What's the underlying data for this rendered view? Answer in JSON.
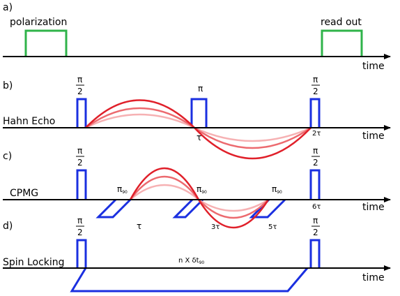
{
  "panels": {
    "a": {
      "tag": "a)",
      "pulse_left": "polarization",
      "pulse_right": "read out",
      "axis": "time"
    },
    "b": {
      "tag": "b)",
      "name": "Hahn Echo",
      "pi_num": "π",
      "pi_den": "2",
      "pi_center": "π",
      "tau": "τ",
      "two_tau": "2τ",
      "axis": "time"
    },
    "c": {
      "tag": "c)",
      "name": "CPMG",
      "pi_num": "π",
      "pi_den": "2",
      "pi90": "π",
      "pi90_sub": "90",
      "tau": "τ",
      "three_tau": "3τ",
      "five_tau": "5τ",
      "six_tau": "6τ",
      "axis": "time"
    },
    "d": {
      "tag": "d)",
      "name": "Spin Locking",
      "pi_num": "π",
      "pi_den": "2",
      "lock_label": "n X δt",
      "lock_sub": "90",
      "axis": "time"
    }
  },
  "colors": {
    "pulse": "#1a2fe0",
    "gate": "#2fb34a",
    "signal_strong": "#e0202a",
    "signal_mid": "#ec6a6f",
    "signal_weak": "#f6b1b3"
  }
}
